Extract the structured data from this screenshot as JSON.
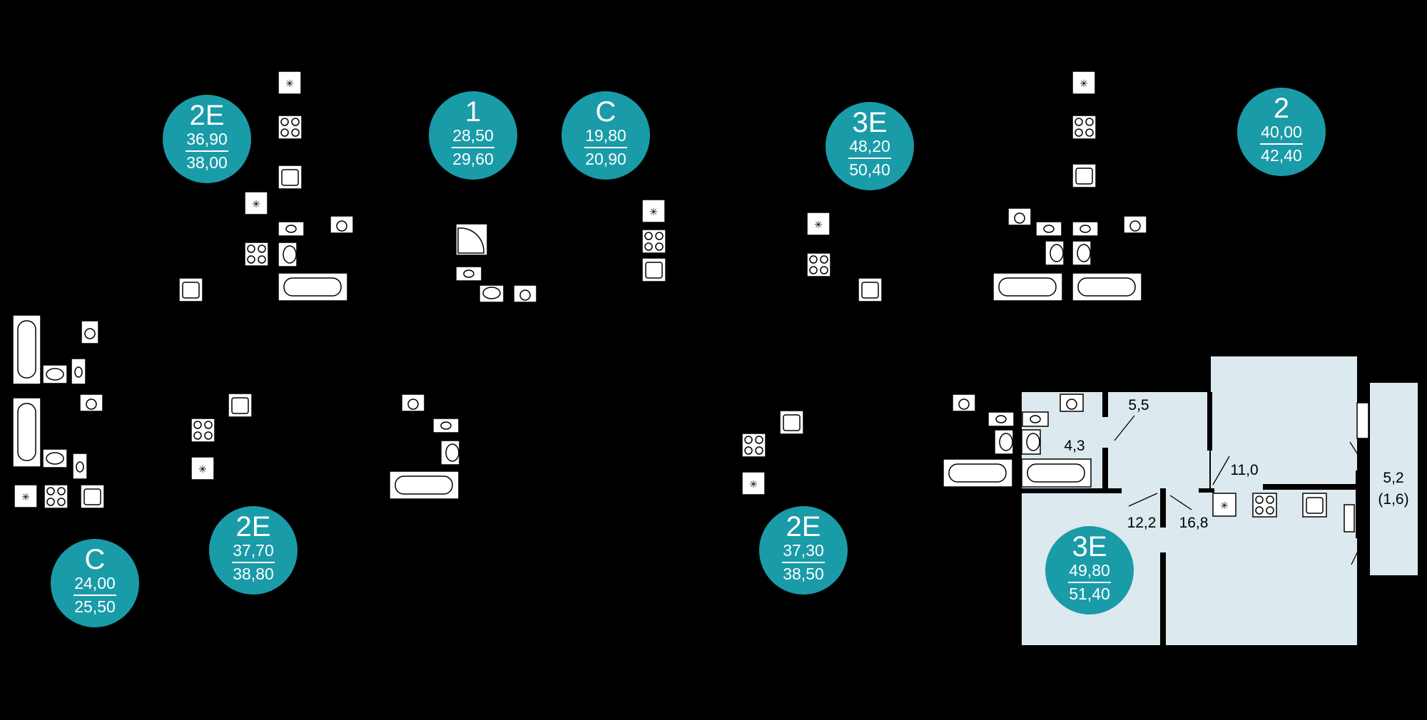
{
  "colors": {
    "background": "#000000",
    "badge": "#1a9ba8",
    "highlight_room": "#dce9ef"
  },
  "badges": [
    {
      "type": "2E",
      "living": "36,90",
      "total": "38,00"
    },
    {
      "type": "1",
      "living": "28,50",
      "total": "29,60"
    },
    {
      "type": "C",
      "living": "19,80",
      "total": "20,90"
    },
    {
      "type": "3E",
      "living": "48,20",
      "total": "50,40"
    },
    {
      "type": "2",
      "living": "40,00",
      "total": "42,40"
    },
    {
      "type": "C",
      "living": "24,00",
      "total": "25,50"
    },
    {
      "type": "2E",
      "living": "37,70",
      "total": "38,80"
    },
    {
      "type": "2E",
      "living": "37,30",
      "total": "38,50"
    },
    {
      "type": "3E",
      "living": "49,80",
      "total": "51,40"
    }
  ],
  "rooms": [
    {
      "label": "5,5"
    },
    {
      "label": "4,3"
    },
    {
      "label": "11,0"
    },
    {
      "label": "12,2"
    },
    {
      "label": "16,8"
    },
    {
      "label": "5,2"
    },
    {
      "label": "(1,6)"
    }
  ],
  "fixture_icons": [
    "hood-icon",
    "stove-icon",
    "sink-icon",
    "washing-machine-icon",
    "toilet-icon",
    "washbasin-icon",
    "bathtub-icon",
    "shower-icon"
  ]
}
